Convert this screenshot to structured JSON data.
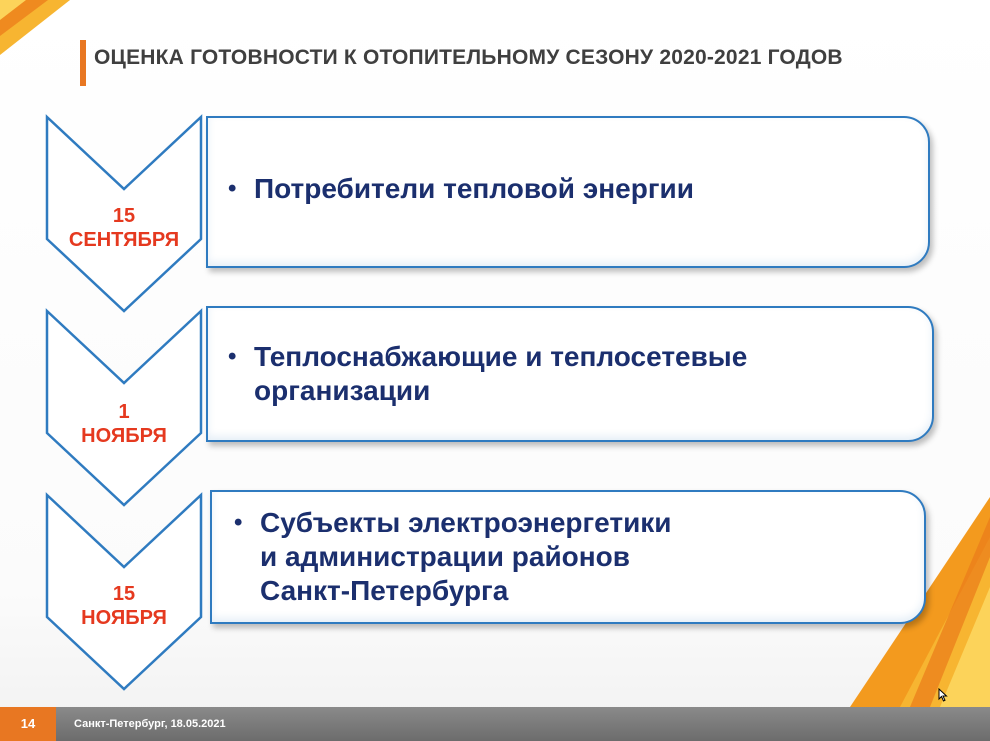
{
  "header": {
    "title": "ОЦЕНКА ГОТОВНОСТИ К ОТОПИТЕЛЬНОМУ СЕЗОНУ 2020-2021 ГОДОВ"
  },
  "steps": [
    {
      "date_day": "15",
      "date_month": "СЕНТЯБРЯ",
      "text_lines": [
        "Потребители тепловой энергии"
      ]
    },
    {
      "date_day": "1",
      "date_month": "НОЯБРЯ",
      "text_lines": [
        "Теплоснабжающие и теплосетевые",
        "организации"
      ]
    },
    {
      "date_day": "15",
      "date_month": "НОЯБРЯ",
      "text_lines": [
        "Субъекты электроэнергетики",
        "и администрации районов",
        "Санкт-Петербурга"
      ]
    }
  ],
  "bullet_char": "•",
  "footer": {
    "page_number": "14",
    "caption": "Санкт-Петербург, 18.05.2021"
  },
  "colors": {
    "accent_orange": "#e87722",
    "date_red": "#e5391f",
    "card_border_blue": "#2f7bc0",
    "text_navy": "#1b2f6e"
  },
  "icons": [
    "mouse-cursor-icon"
  ]
}
